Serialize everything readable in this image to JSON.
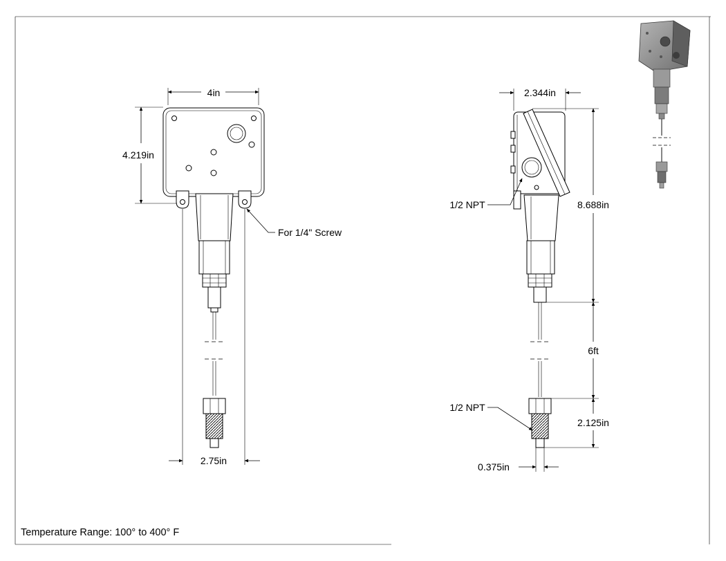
{
  "front_view": {
    "width_label": "4in",
    "height_label": "4.219in",
    "bottom_label": "2.75in",
    "screw_callout": "For 1/4\" Screw"
  },
  "side_view": {
    "width_label": "2.344in",
    "total_height_label": "8.688in",
    "cable_label": "6ft",
    "fitting_height_label": "2.125in",
    "tip_label": "0.375in",
    "npt_upper_label": "1/2 NPT",
    "npt_lower_label": "1/2 NPT"
  },
  "spec": {
    "temperature_range": "Temperature Range: 100° to 400° F"
  },
  "colors": {
    "line": "#000000",
    "background": "#ffffff",
    "thumbnail_body": "#8c8c8c"
  }
}
